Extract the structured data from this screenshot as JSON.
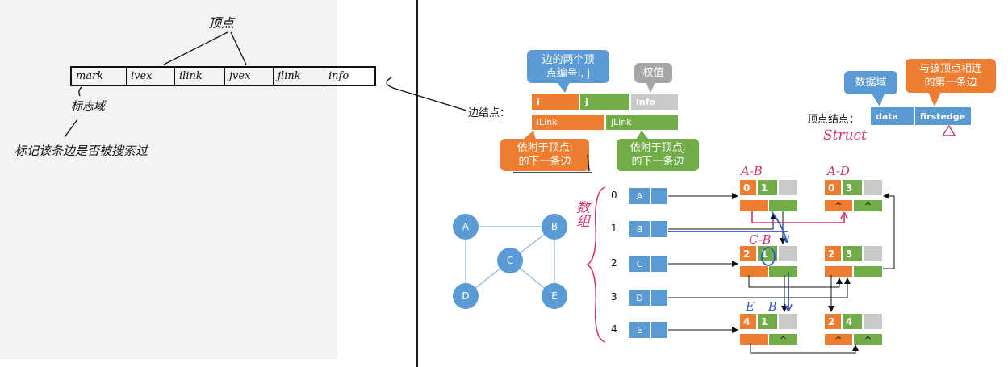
{
  "left_panel": {
    "vertex_note": "顶点",
    "record_fields": [
      "mark",
      "ivex",
      "ilink",
      "jvex",
      "jlink",
      "info"
    ],
    "mark_note": "标志域",
    "mark_description": "标记该条边是否被搜索过"
  },
  "edge_node": {
    "label": "边结点：",
    "vertices_callout": "边的两个顶点编号i, j",
    "weight_callout": "权值",
    "field_i": "i",
    "field_j": "j",
    "field_info": "info",
    "field_ilink": "iLink",
    "field_jlink": "jLink",
    "ilink_callout": "依附于顶点i的下一条边",
    "jlink_callout": "依附于顶点j的下一条边"
  },
  "vertex_node": {
    "label": "顶点结点：",
    "data_callout": "数据域",
    "firstedge_callout": "与该顶点相连的第一条边",
    "field_data": "data",
    "field_firstedge": "firstedge",
    "struct_note": "Struct"
  },
  "graph": {
    "nodes": [
      "A",
      "B",
      "C",
      "D",
      "E"
    ]
  },
  "vertex_array": {
    "note": "数组",
    "indices": [
      "0",
      "1",
      "2",
      "3",
      "4"
    ],
    "vertices": [
      "A",
      "B",
      "C",
      "D",
      "E"
    ]
  },
  "edge_list": [
    {
      "ivex": "0",
      "jvex": "1",
      "ilink": "",
      "jlink": ""
    },
    {
      "ivex": "0",
      "jvex": "3",
      "ilink": "^",
      "jlink": "^"
    },
    {
      "ivex": "2",
      "jvex": "1",
      "ilink": "",
      "jlink": ""
    },
    {
      "ivex": "2",
      "jvex": "3",
      "ilink": "",
      "jlink": ""
    },
    {
      "ivex": "4",
      "jvex": "1",
      "ilink": "",
      "jlink": "^"
    },
    {
      "ivex": "2",
      "jvex": "4",
      "ilink": "^",
      "jlink": "^"
    }
  ],
  "annotations": {
    "edge_ab": "A-B",
    "edge_ad": "A-D",
    "edge_cb": "C-B",
    "edge_eb": "E B"
  },
  "colors": {
    "vertex_blue": "#5b9bd5",
    "ivex_orange": "#ed7d31",
    "jvex_green": "#70ad47",
    "info_gray": "#c9c9c9",
    "annotation_red": "#d6336c",
    "annotation_blue": "#2f55d4"
  }
}
